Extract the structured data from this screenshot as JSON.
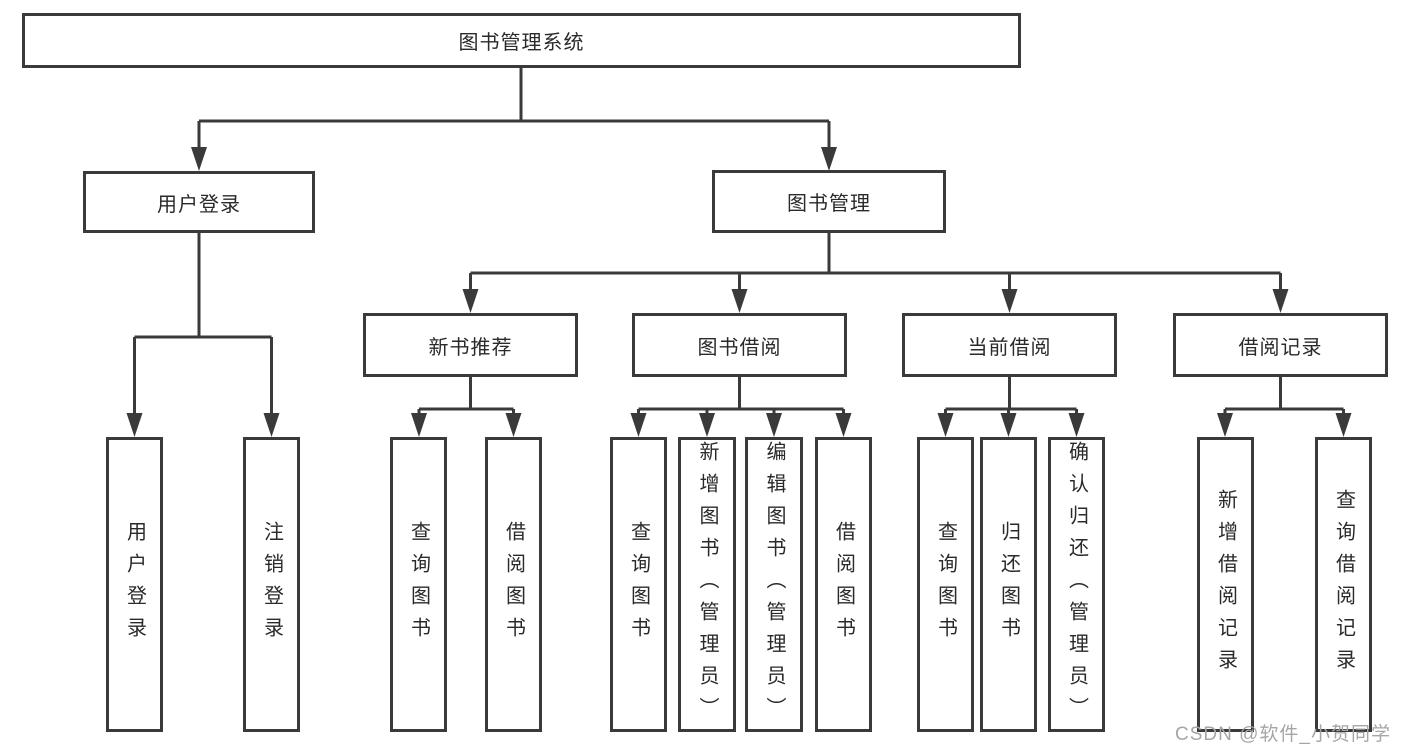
{
  "colors": {
    "line": "#3a3a3a",
    "box_border": "#3a3a3a",
    "text": "#2a2a2a",
    "watermark": "#a6a6a6",
    "background": "#ffffff"
  },
  "watermark": "CSDN @软件_小贺同学",
  "tree": {
    "root": "图书管理系统",
    "level2": {
      "user_login": "用户登录",
      "book_mgmt": "图书管理"
    },
    "level3": {
      "new_book_rec": "新书推荐",
      "book_borrow": "图书借阅",
      "current_borrow": "当前借阅",
      "borrow_record": "借阅记录"
    },
    "leaves": {
      "user_login": [
        "用户登录",
        "注销登录"
      ],
      "new_book_rec": [
        "查询图书",
        "借阅图书"
      ],
      "book_borrow": [
        "查询图书",
        "新增图书（管理员）",
        "编辑图书（管理员）",
        "借阅图书"
      ],
      "current_borrow": [
        "查询图书",
        "归还图书",
        "确认归还（管理员）"
      ],
      "borrow_record": [
        "新增借阅记录",
        "查询借阅记录"
      ]
    }
  }
}
